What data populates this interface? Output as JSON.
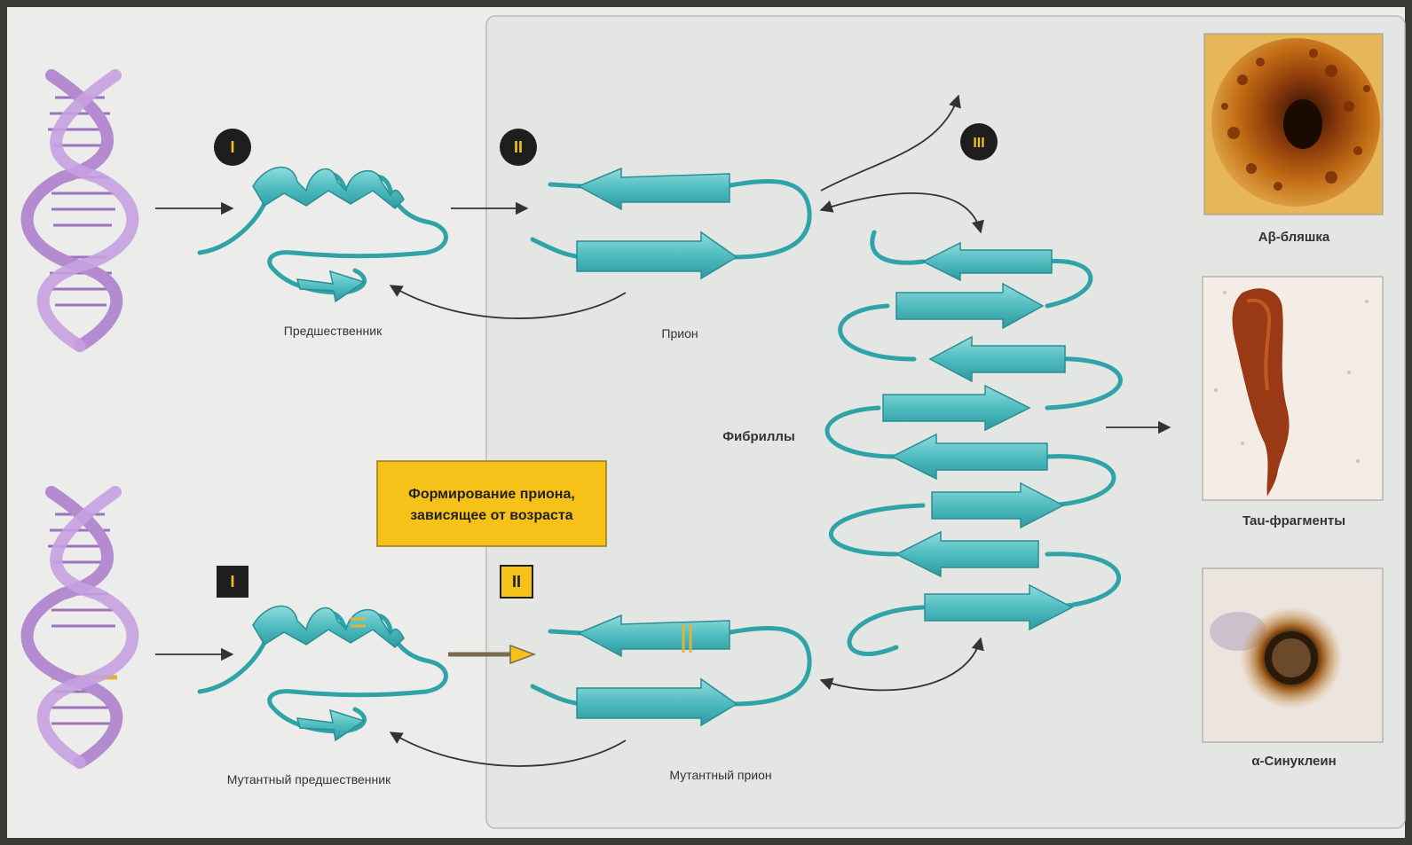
{
  "labels": {
    "precursor": "Предшественник",
    "prion": "Прион",
    "fibrils": "Фибриллы",
    "mutant_precursor": "Мутантный предшественник",
    "mutant_prion": "Мутантный прион",
    "age_box_line1": "Формирование приона,",
    "age_box_line2": "зависящее от возраста"
  },
  "stages": {
    "one": "I",
    "two": "II",
    "three": "III"
  },
  "photo_captions": {
    "abeta": "Aβ-бляшка",
    "tau": "Tau-фрагменты",
    "synuclein": "α-Синуклеин"
  },
  "colors": {
    "outer_background": "#3a3a36",
    "panel": "#e9ebe8",
    "inner_panel": "#e6e8e6",
    "ribbon": "#4fbcc0",
    "ribbon_dark": "#2a8e94",
    "dna": "#b48ad0",
    "dna_dark": "#8a5cb0",
    "mutation": "#e0b43a",
    "age_box": "#f6c21a",
    "badge_dark": "#1e1e1e"
  }
}
